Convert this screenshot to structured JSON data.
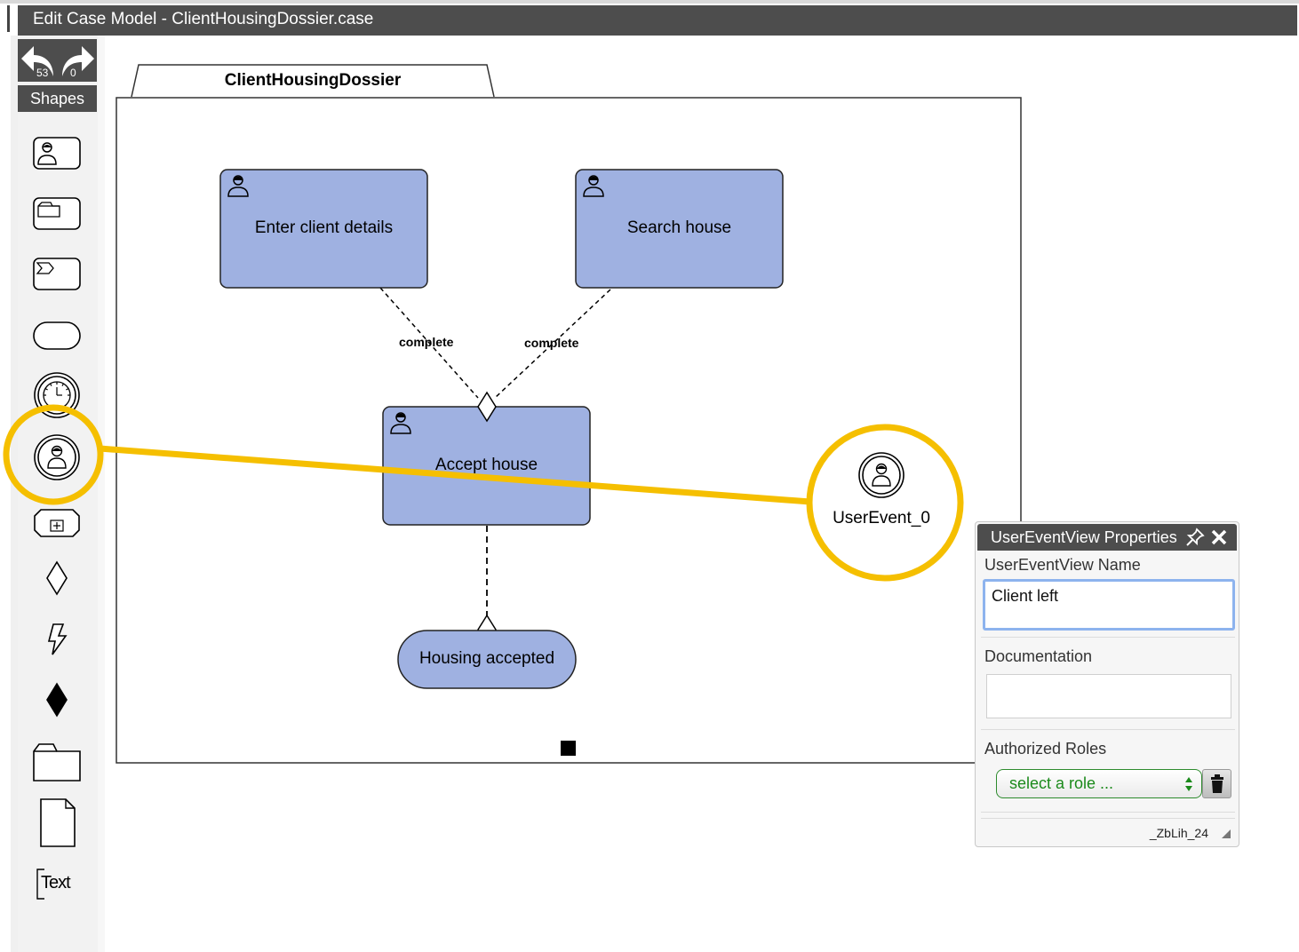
{
  "window": {
    "title": "Edit Case Model - ClientHousingDossier.case"
  },
  "toolbar": {
    "undo_count": "53",
    "redo_count": "0",
    "shapes_label": "Shapes",
    "palette": [
      {
        "icon": "human-task-icon"
      },
      {
        "icon": "case-task-icon"
      },
      {
        "icon": "process-task-icon"
      },
      {
        "icon": "milestone-icon"
      },
      {
        "icon": "timer-event-icon"
      },
      {
        "icon": "user-event-icon"
      },
      {
        "icon": "stage-icon"
      },
      {
        "icon": "entry-criterion-icon"
      },
      {
        "icon": "exit-criterion-lightning-icon"
      },
      {
        "icon": "exit-criterion-icon"
      },
      {
        "icon": "case-file-item-icon"
      },
      {
        "icon": "document-icon"
      },
      {
        "icon": "text-annotation-icon",
        "label": "Text"
      }
    ]
  },
  "diagram": {
    "case_plan_name": "ClientHousingDossier",
    "tasks": [
      {
        "label": "Enter client details"
      },
      {
        "label": "Search house"
      },
      {
        "label": "Accept house"
      }
    ],
    "sentry_labels": [
      "complete",
      "complete"
    ],
    "milestone": {
      "label": "Housing accepted"
    },
    "user_event": {
      "label": "UserEvent_0"
    },
    "highlight_color": "#f5bf00",
    "task_fill": "#9fb1e1"
  },
  "properties": {
    "title": "UserEventView Properties",
    "name_label": "UserEventView Name",
    "name_value": "Client left",
    "documentation_label": "Documentation",
    "documentation_value": "",
    "roles_label": "Authorized Roles",
    "roles_select": "select a role ...",
    "element_id": "_ZbLih_24"
  }
}
